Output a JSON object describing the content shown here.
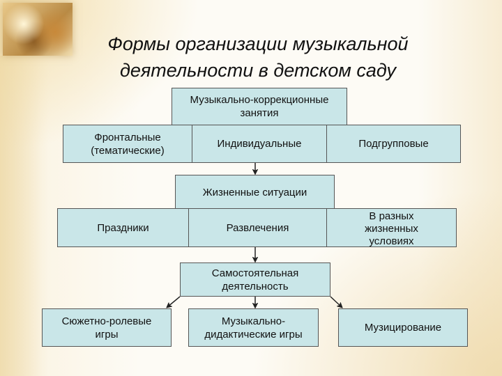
{
  "title_line1": "Формы организации музыкальной",
  "title_line2": "деятельности в детском саду",
  "nodes": {
    "music_correction_line1": "Музыкально-коррекционные",
    "music_correction_line2": "занятия",
    "frontal_line1": "Фронтальные",
    "frontal_line2": "(тематические)",
    "individual": "Индивидуальные",
    "subgroup": "Подгрупповые",
    "life_situations": "Жизненные ситуации",
    "holidays": "Праздники",
    "entertainment": "Развлечения",
    "life_conditions_line1": "В разных",
    "life_conditions_line2": "жизненных",
    "life_conditions_line3": "условиях",
    "independent_line1": "Самостоятельная",
    "independent_line2": "деятельность",
    "role_games_line1": "Сюжетно-ролевые",
    "role_games_line2": "игры",
    "didactic_line1": "Музыкально-",
    "didactic_line2": "дидактические игры",
    "music_making": "Музицирование"
  }
}
